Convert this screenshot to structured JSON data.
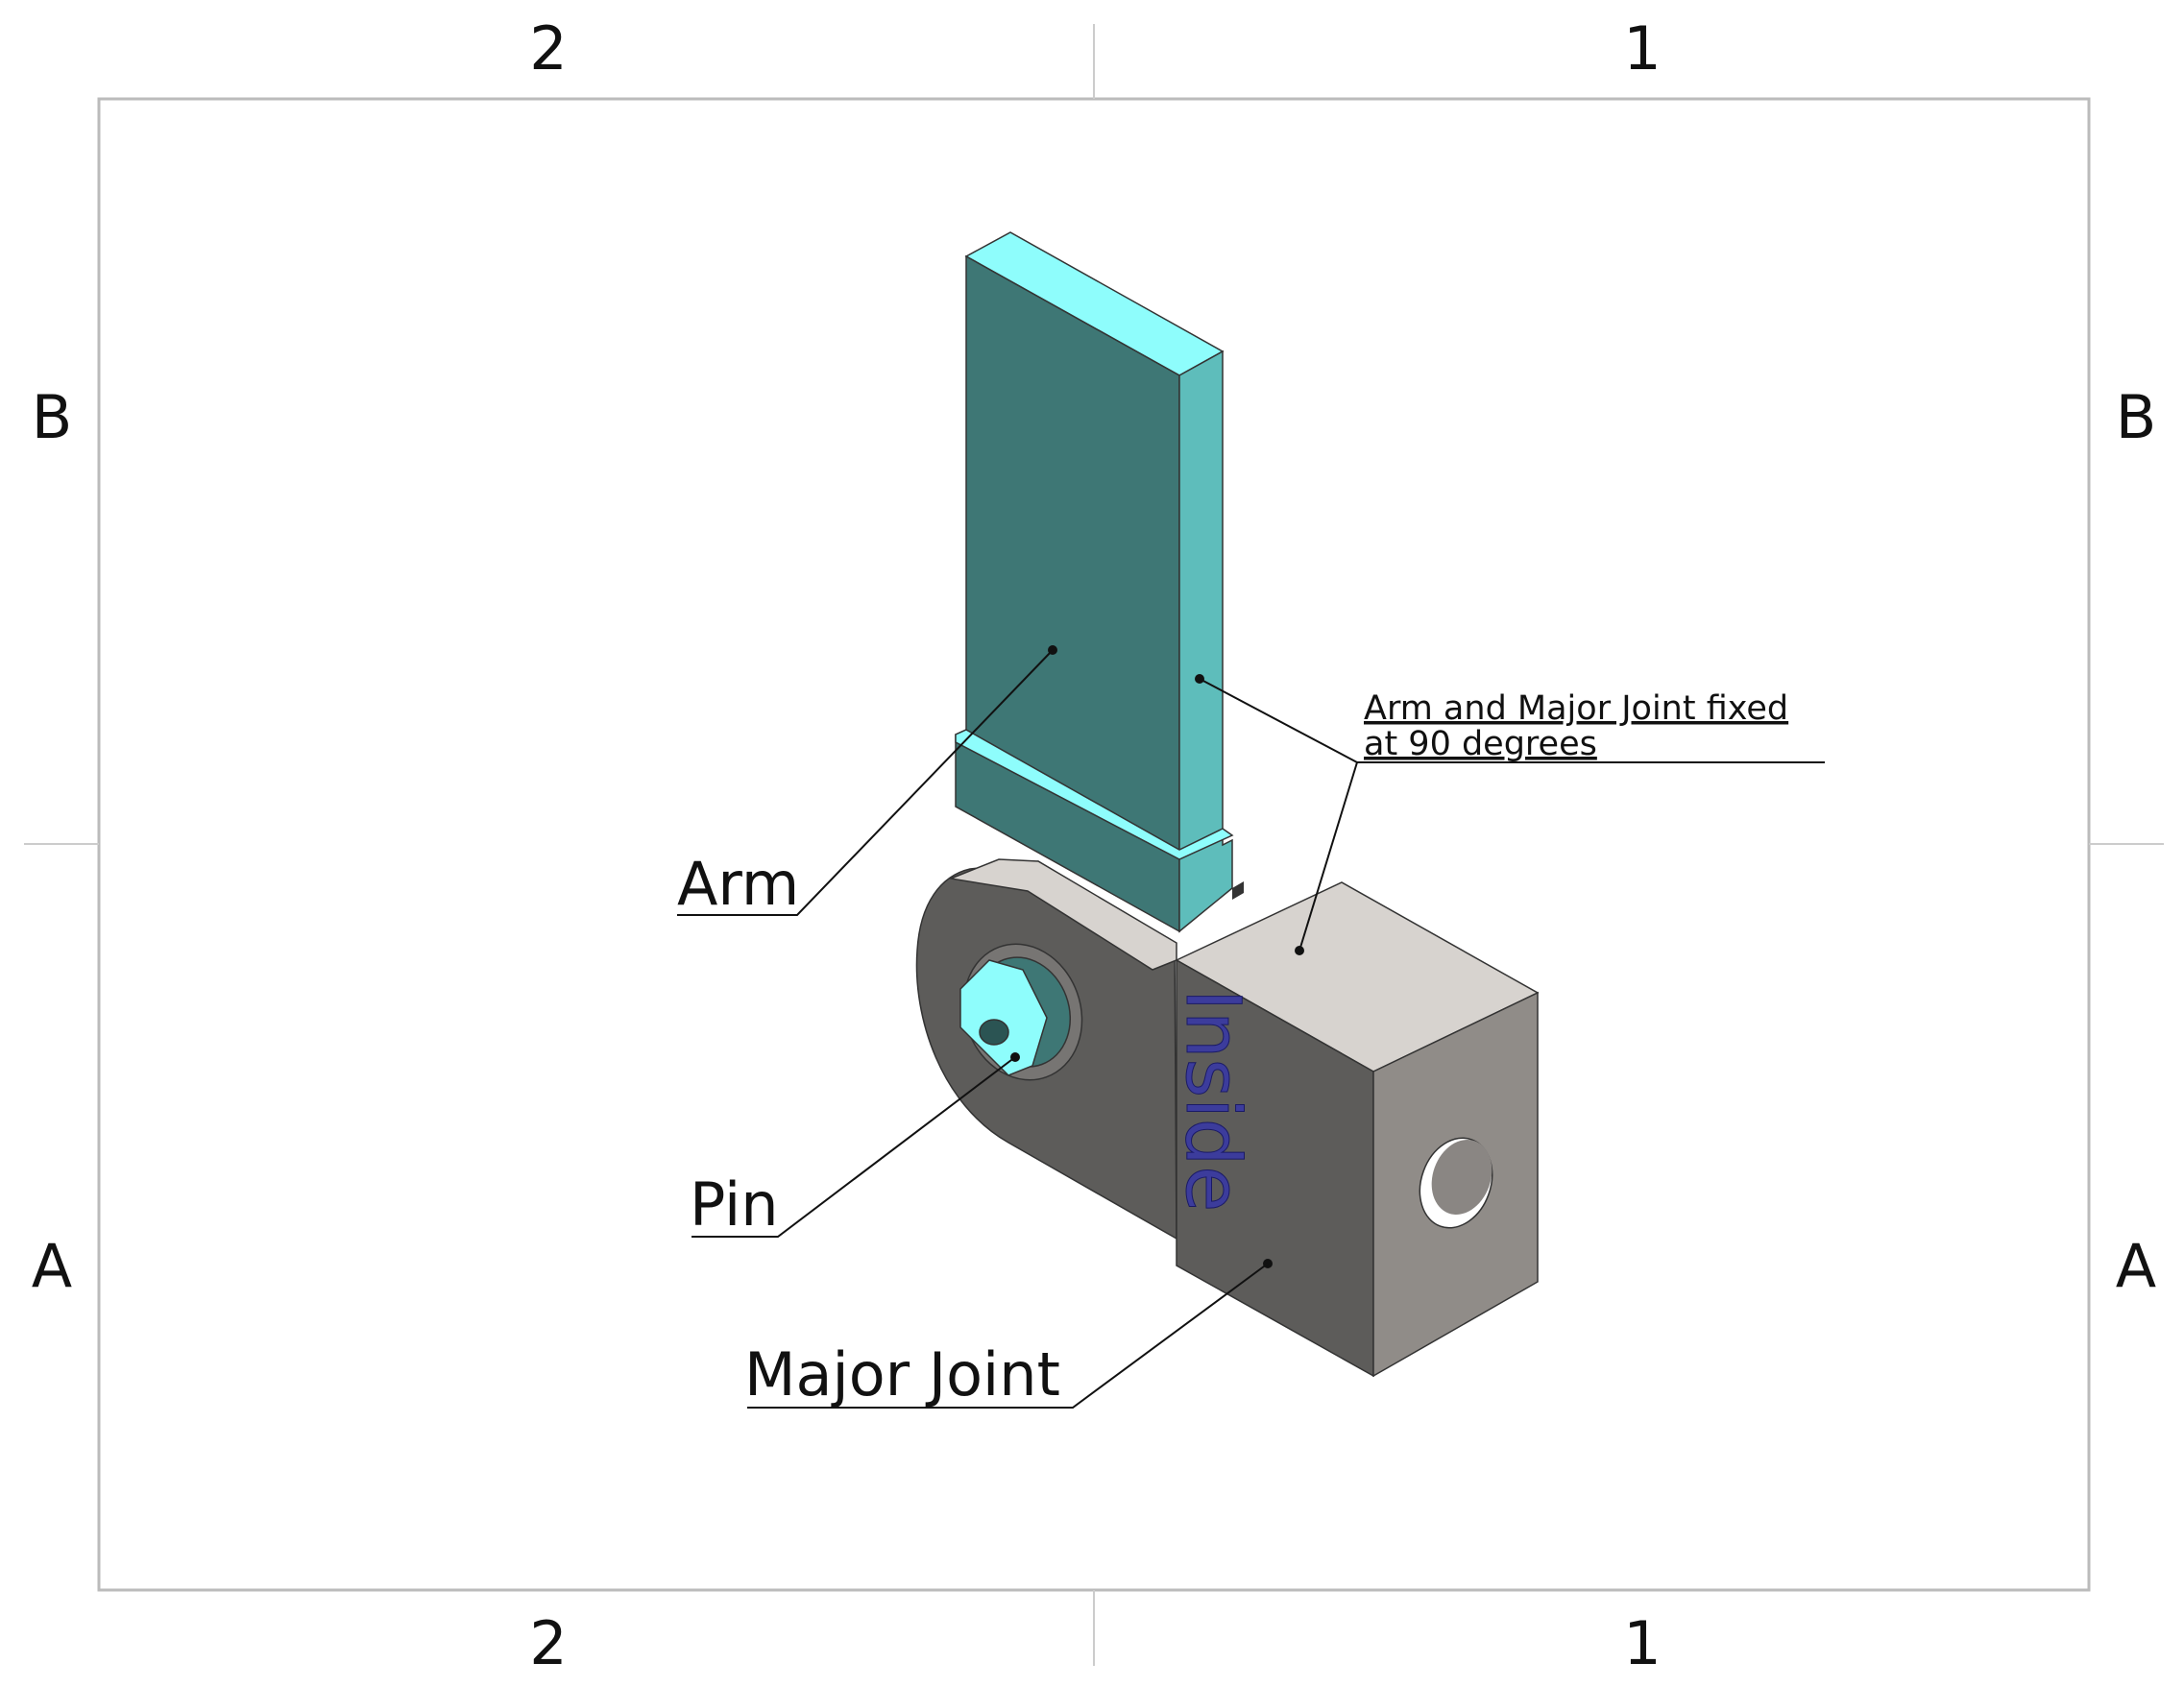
{
  "zones": {
    "columns": [
      "2",
      "1"
    ],
    "rows": [
      "B",
      "A"
    ]
  },
  "labels": {
    "arm": "Arm",
    "pin": "Pin",
    "major_joint": "Major Joint"
  },
  "note": {
    "line1": "Arm and Major Joint fixed",
    "line2": "at 90 degrees"
  },
  "engraving": "Inside",
  "colors": {
    "arm_front": "#3e7775",
    "arm_side": "#5ebdbb",
    "arm_top": "#8efdfc",
    "joint_top": "#d7d3cf",
    "joint_front": "#5d5c5a",
    "joint_side": "#908c88",
    "engraving": "#3c3c9c",
    "border": "#bbbbbb"
  }
}
